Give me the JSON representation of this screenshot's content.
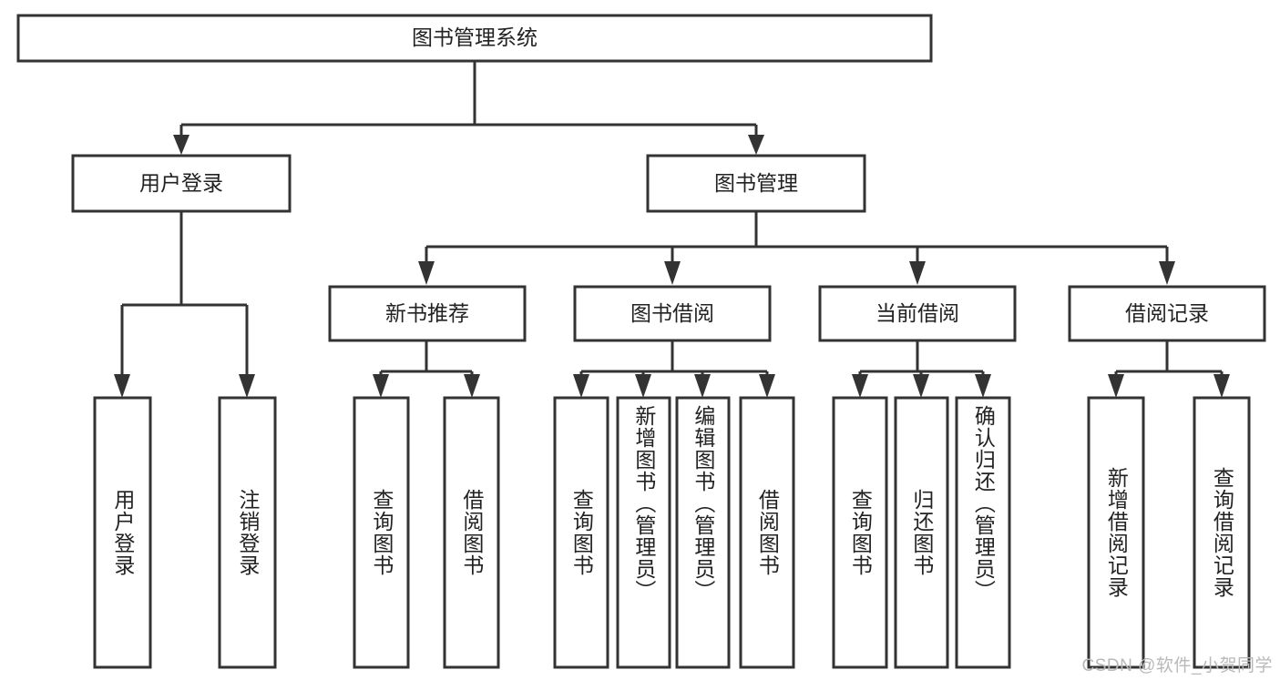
{
  "diagram": {
    "title": "图书管理系统",
    "type": "tree",
    "watermark": "CSDN @软件_小贺同学",
    "colors": {
      "box_stroke": "#333333",
      "box_fill": "#ffffff",
      "connector": "#333333",
      "label_text": "#222222",
      "watermark_text": "#b9b9b9",
      "background": "#ffffff"
    },
    "root": {
      "label": "图书管理系统",
      "orientation": "horizontal"
    },
    "level2": [
      {
        "label": "用户登录",
        "orientation": "horizontal"
      },
      {
        "label": "图书管理",
        "orientation": "horizontal"
      }
    ],
    "level3": [
      {
        "label": "新书推荐",
        "orientation": "horizontal",
        "parent": "图书管理"
      },
      {
        "label": "图书借阅",
        "orientation": "horizontal",
        "parent": "图书管理"
      },
      {
        "label": "当前借阅",
        "orientation": "horizontal",
        "parent": "图书管理"
      },
      {
        "label": "借阅记录",
        "orientation": "horizontal",
        "parent": "图书管理"
      }
    ],
    "leaves": {
      "用户登录": [
        {
          "label": "用户登录",
          "orientation": "vertical"
        },
        {
          "label": "注销登录",
          "orientation": "vertical"
        }
      ],
      "新书推荐": [
        {
          "label": "查询图书",
          "orientation": "vertical"
        },
        {
          "label": "借阅图书",
          "orientation": "vertical"
        }
      ],
      "图书借阅": [
        {
          "label": "查询图书",
          "orientation": "vertical"
        },
        {
          "label": "新增图书（管理员）",
          "orientation": "vertical"
        },
        {
          "label": "编辑图书（管理员）",
          "orientation": "vertical"
        },
        {
          "label": "借阅图书",
          "orientation": "vertical"
        }
      ],
      "当前借阅": [
        {
          "label": "查询图书",
          "orientation": "vertical"
        },
        {
          "label": "归还图书",
          "orientation": "vertical"
        },
        {
          "label": "确认归还（管理员）",
          "orientation": "vertical"
        }
      ],
      "借阅记录": [
        {
          "label": "新增借阅记录",
          "orientation": "vertical"
        },
        {
          "label": "查询借阅记录",
          "orientation": "vertical"
        }
      ]
    }
  }
}
